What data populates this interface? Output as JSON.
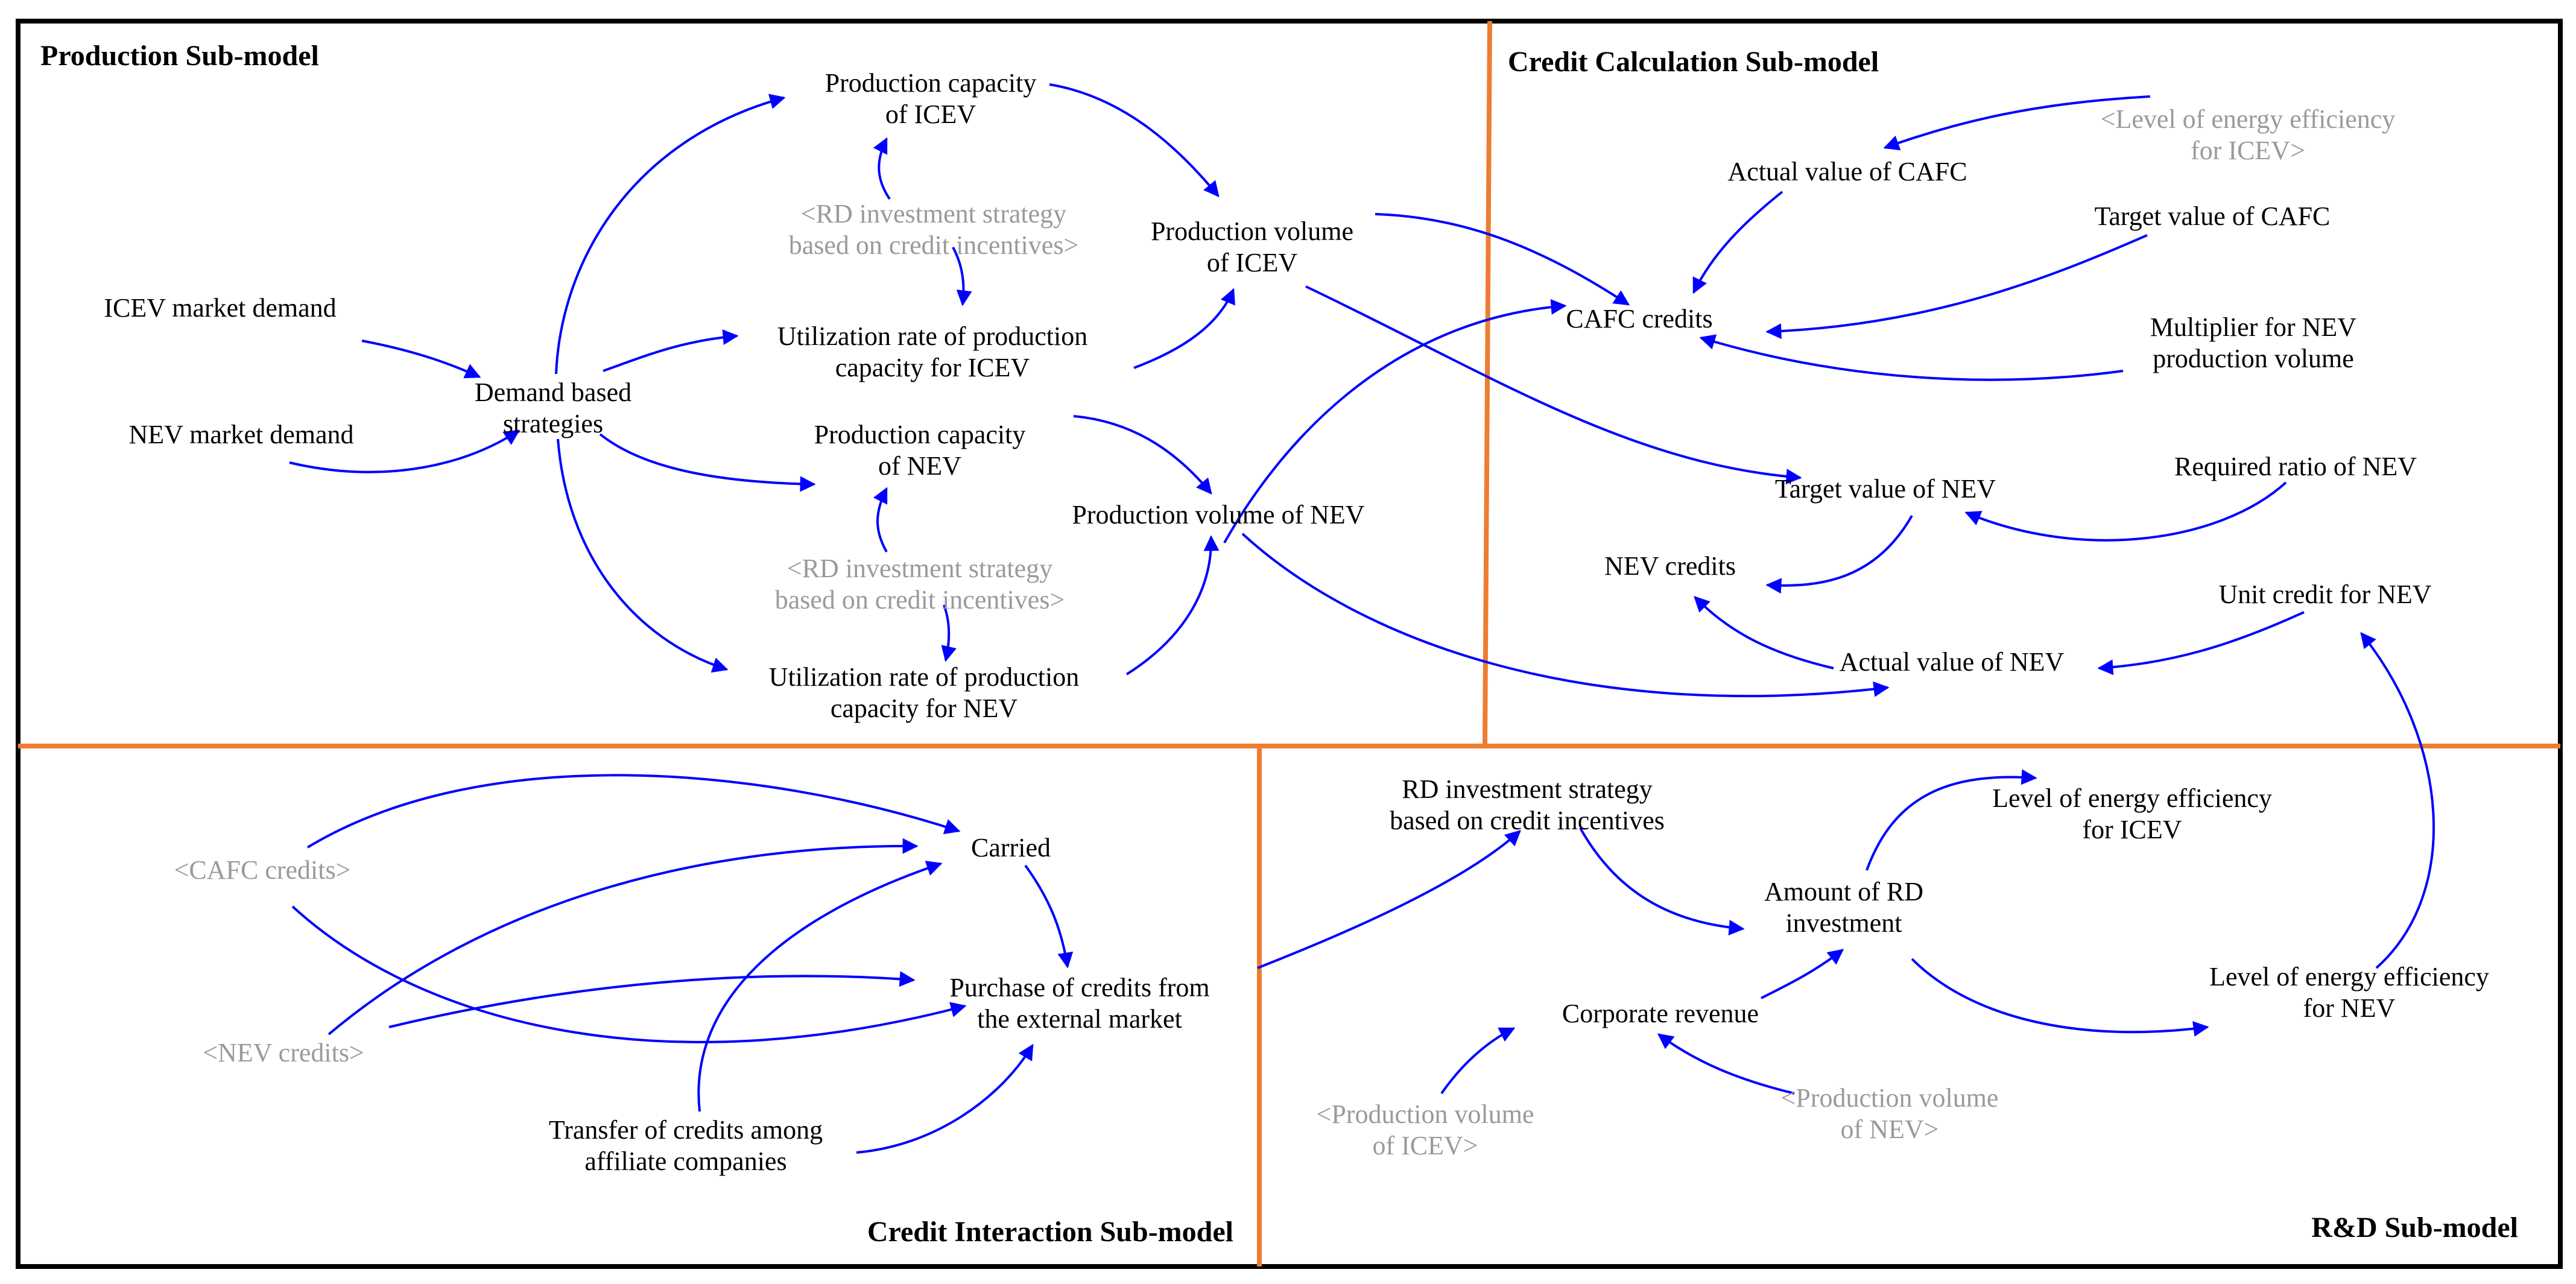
{
  "colors": {
    "arrow": "#0000ff",
    "divider": "#ed7d31",
    "border": "#000000",
    "text": "#000000",
    "shadow_text": "#9a9a9a"
  },
  "titles": {
    "production": "Production Sub-model",
    "credit_calc": "Credit Calculation Sub-model",
    "credit_interaction": "Credit Interaction Sub-model",
    "rd": "R&D Sub-model"
  },
  "nodes": {
    "prod_cap_icev": "Production capacity\nof ICEV",
    "rd_shadow_1": "<RD investment strategy\nbased on credit incentives>",
    "prod_vol_icev": "Production volume\nof ICEV",
    "icev_demand": "ICEV market demand",
    "demand_strategies": "Demand based\nstrategies",
    "util_icev": "Utilization rate of production\ncapacity for ICEV",
    "nev_demand": "NEV market demand",
    "prod_cap_nev": "Production capacity\nof NEV",
    "prod_vol_nev": "Production volume of NEV",
    "rd_shadow_2": "<RD investment strategy\nbased on credit incentives>",
    "util_nev": "Utilization rate of production\ncapacity for NEV",
    "ee_icev_shadow": "<Level of energy efficiency\nfor ICEV>",
    "actual_cafc": "Actual value of CAFC",
    "target_cafc": "Target value of CAFC",
    "cafc_credits": "CAFC credits",
    "multiplier": "Multiplier for NEV\nproduction volume",
    "required_ratio": "Required ratio of NEV",
    "target_nev": "Target value of NEV",
    "nev_credits": "NEV credits",
    "unit_credit": "Unit credit for NEV",
    "actual_nev": "Actual value of NEV",
    "cafc_shadow": "<CAFC credits>",
    "carried": "Carried",
    "nev_shadow": "<NEV credits>",
    "purchase": "Purchase of credits from\nthe external market",
    "transfer": "Transfer of credits among\naffiliate companies",
    "rd_strategy": "RD investment strategy\nbased on credit incentives",
    "ee_icev": "Level of energy efficiency\nfor ICEV",
    "amount_rd": "Amount of RD\ninvestment",
    "ee_nev": "Level of energy efficiency\nfor NEV",
    "revenue": "Corporate revenue",
    "pv_icev_shadow": "<Production volume\nof ICEV>",
    "pv_nev_shadow": "<Production volume\nof NEV>"
  }
}
